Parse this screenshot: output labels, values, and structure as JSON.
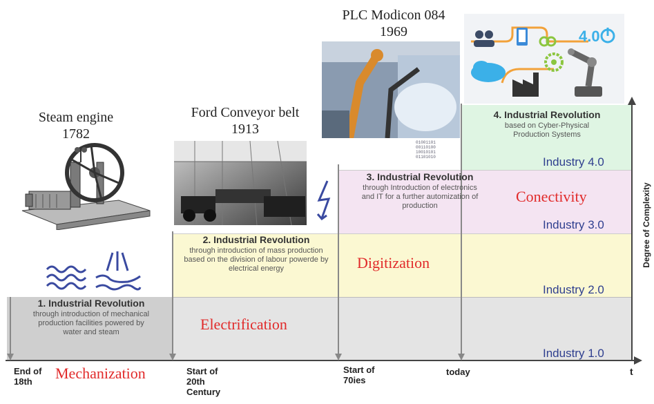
{
  "inventions": {
    "steam": {
      "name": "Steam engine",
      "year": "1782"
    },
    "ford": {
      "name": "Ford Conveyor belt",
      "year": "1913"
    },
    "plc": {
      "name": "PLC Modicon 084",
      "year": "1969"
    }
  },
  "revolutions": [
    {
      "title": "1. Industrial Revolution",
      "desc": "through introduction of mechanical production facilities powered by water and steam"
    },
    {
      "title": "2. Industrial Revolution",
      "desc": "through introduction of mass production based on the division of labour powerde by electrical energy"
    },
    {
      "title": "3. Industrial Revolution",
      "desc": "through Introduction of electronics and IT for a further automization of production"
    },
    {
      "title": "4. Industrial Revolution",
      "desc": "based on Cyber-Physical Production Systems"
    }
  ],
  "keywords": {
    "mechanization": "Mechanization",
    "electrification": "Electrification",
    "digitization": "Digitization",
    "conectivity": "Conectivity"
  },
  "industries": [
    "Industry 1.0",
    "Industry 2.0",
    "Industry 3.0",
    "Industry 4.0"
  ],
  "timeline": {
    "end18_line1": "End of",
    "end18_line2": "18th",
    "start20_line1": "Start of",
    "start20_line2": "20th",
    "start20_line3": "Century",
    "start70_line1": "Start of",
    "start70_line2": "70ies",
    "today": "today",
    "t_axis": "t"
  },
  "y_axis_label": "Degree of Complexity",
  "plc_badge": "4.0",
  "binary_lines": [
    "01001101",
    "00110100",
    "10010101",
    "01101010"
  ],
  "colors": {
    "band1": "#d2d2d2",
    "band2": "#fbf8cf",
    "band3": "#f3e3f3",
    "band4": "#dff5e3",
    "industry_text": "#2f3f8f",
    "keyword_red": "#e12a2a"
  }
}
